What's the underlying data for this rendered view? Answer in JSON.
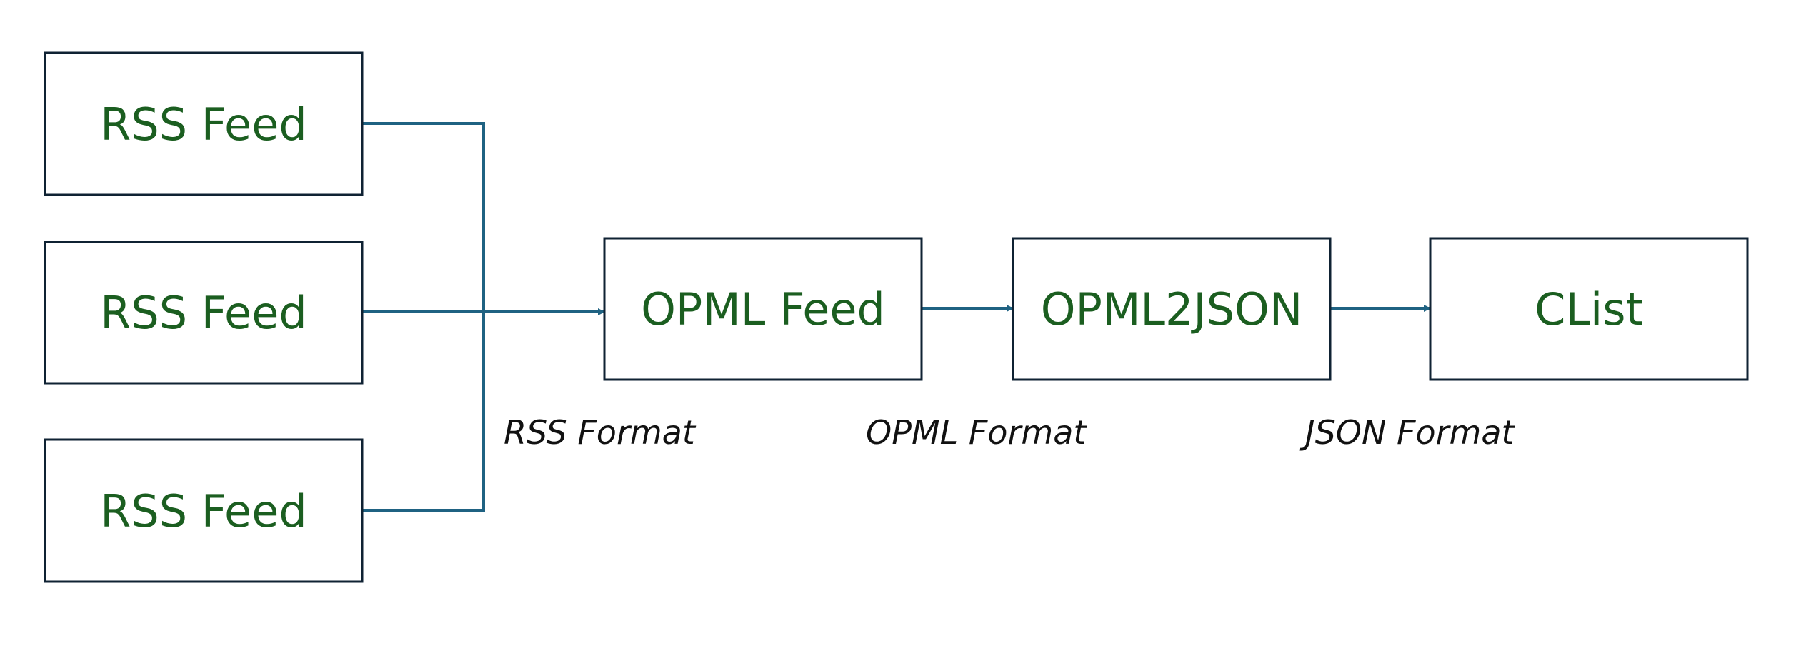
{
  "nodes": {
    "rss_feed_1": "RSS Feed",
    "rss_feed_2": "RSS Feed",
    "rss_feed_3": "RSS Feed",
    "opml_feed": "OPML Feed",
    "opml2json": "OPML2JSON",
    "clist": "CList"
  },
  "edge_labels": {
    "rss_format": "RSS Format",
    "opml_format": "OPML Format",
    "json_format": "JSON Format"
  },
  "colors": {
    "node_text": "#1b5e20",
    "node_border": "#0f2233",
    "connector": "#1f6282",
    "edge_label_text": "#111111"
  }
}
